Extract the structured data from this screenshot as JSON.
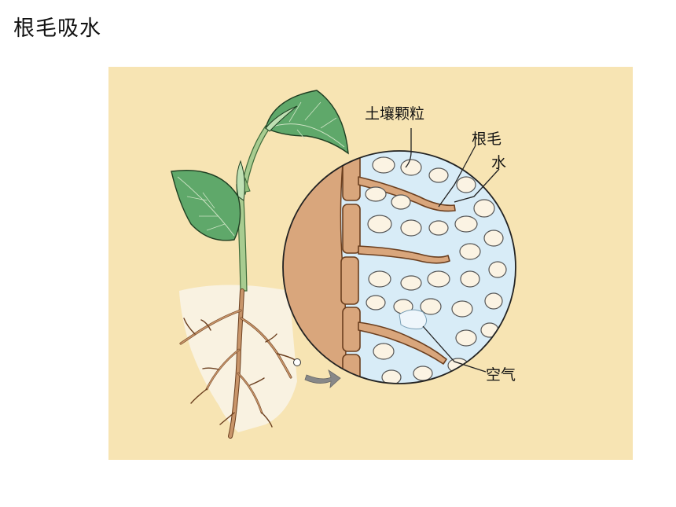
{
  "title": "根毛吸水",
  "diagram": {
    "labels": {
      "soil_particle": "土壤颗粒",
      "root_hair": "根毛",
      "water": "水",
      "air": "空气"
    },
    "colors": {
      "background": "#f7e4b3",
      "soil": "#f9f2e1",
      "leaf": "#5fa86a",
      "stem": "#a8cc90",
      "root": "#c8956a",
      "root_tissue": "#d9a67c",
      "water": "#d8ecf7",
      "particle": "#fbf3e3",
      "arrow": "#888888"
    }
  }
}
